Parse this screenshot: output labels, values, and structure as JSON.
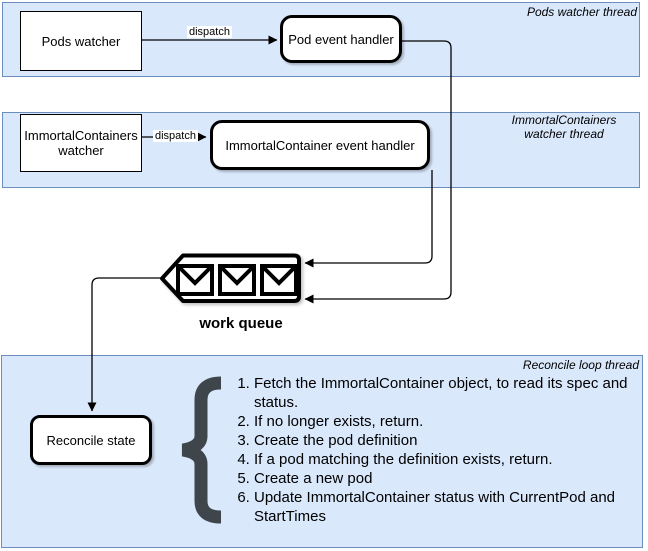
{
  "colors": {
    "band_fill": "#dae8fc",
    "band_border": "#6c8ebf",
    "node_border": "#000000",
    "node_fill": "#ffffff",
    "brace": "#3e464c",
    "connector": "#000000"
  },
  "bands": {
    "pods": {
      "label": "Pods watcher thread"
    },
    "immortal": {
      "label_line1": "ImmortalContainers",
      "label_line2": "watcher thread"
    },
    "reconcile": {
      "label": "Reconcile loop thread"
    }
  },
  "nodes": {
    "pods_watcher": {
      "label": "Pods watcher"
    },
    "pod_event_handler": {
      "label": "Pod event handler"
    },
    "immortal_watcher": {
      "label": "ImmortalContainers watcher"
    },
    "immortal_event_handler": {
      "label": "ImmortalContainer event handler"
    },
    "reconcile_state": {
      "label": "Reconcile state"
    },
    "work_queue": {
      "label": "work queue",
      "envelope_count": 3,
      "icon": "envelope-icon"
    }
  },
  "edges": {
    "dispatch_pods": {
      "label": "dispatch"
    },
    "dispatch_immortal": {
      "label": "dispatch"
    }
  },
  "reconcile_steps": [
    "Fetch the ImmortalContainer object, to read its spec and status.",
    "If no longer exists, return.",
    "Create the pod definition",
    "If a pod matching the definition exists, return.",
    "Create a new pod",
    "Update ImmortalContainer status with CurrentPod and StartTimes"
  ]
}
